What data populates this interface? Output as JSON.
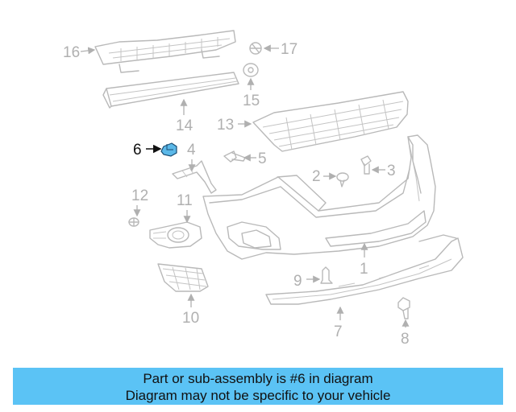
{
  "highlighted_part": "6",
  "callouts": {
    "p1": "1",
    "p2": "2",
    "p3": "3",
    "p4": "4",
    "p5": "5",
    "p6": "6",
    "p7": "7",
    "p8": "8",
    "p9": "9",
    "p10": "10",
    "p11": "11",
    "p12": "12",
    "p13": "13",
    "p14": "14",
    "p15": "15",
    "p16": "16",
    "p17": "17"
  },
  "colors": {
    "highlight": "#5bb8e8",
    "banner": "#5bc3f5",
    "linework": "#b9b9b9"
  },
  "caption": {
    "line1": "Part or sub-assembly is #6 in diagram",
    "line2": "Diagram may not be specific to your vehicle"
  }
}
